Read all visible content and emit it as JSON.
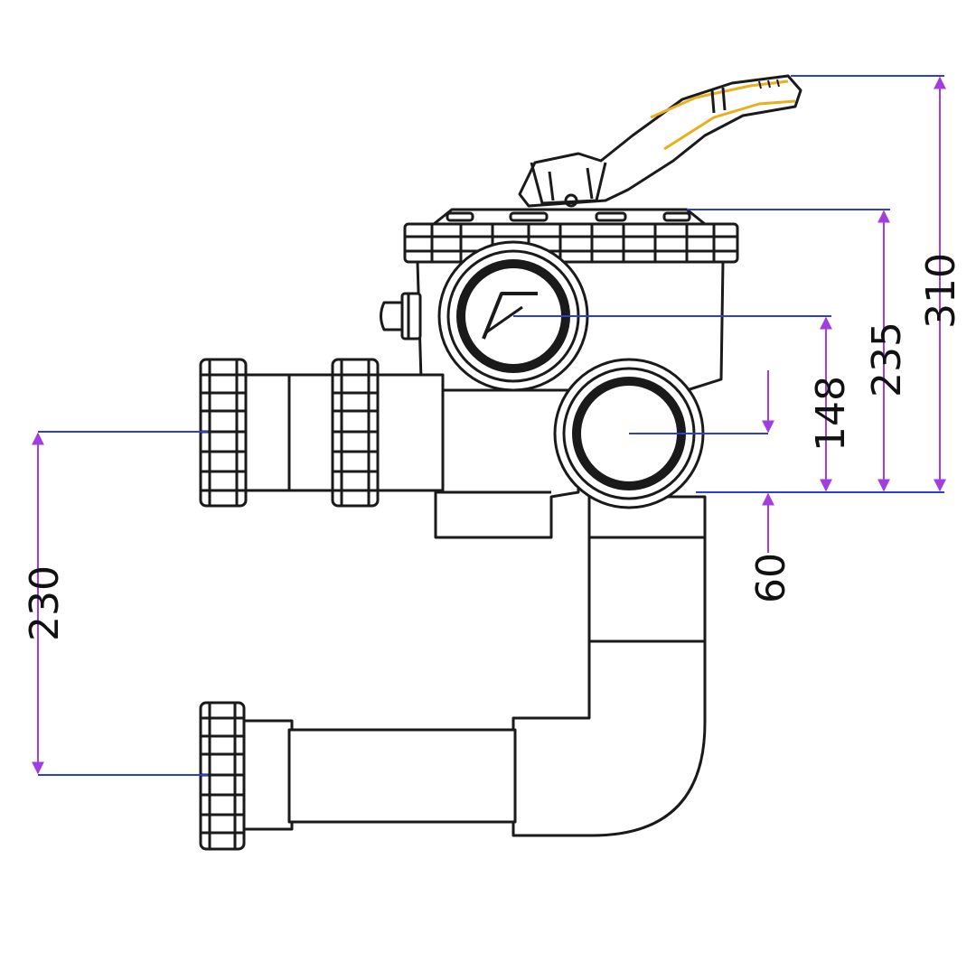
{
  "dimensions": {
    "overall_height": "310",
    "top_to_base": "235",
    "upper_port_to_base": "148",
    "lower_port_offset": "60",
    "outlet_spacing": "230"
  },
  "colors": {
    "outline": "#1a1a1a",
    "dimension_line": "#2b3fd6",
    "dimension_arrow": "#a23ee0",
    "handle_accent": "#e8b020",
    "background": "#ffffff"
  }
}
